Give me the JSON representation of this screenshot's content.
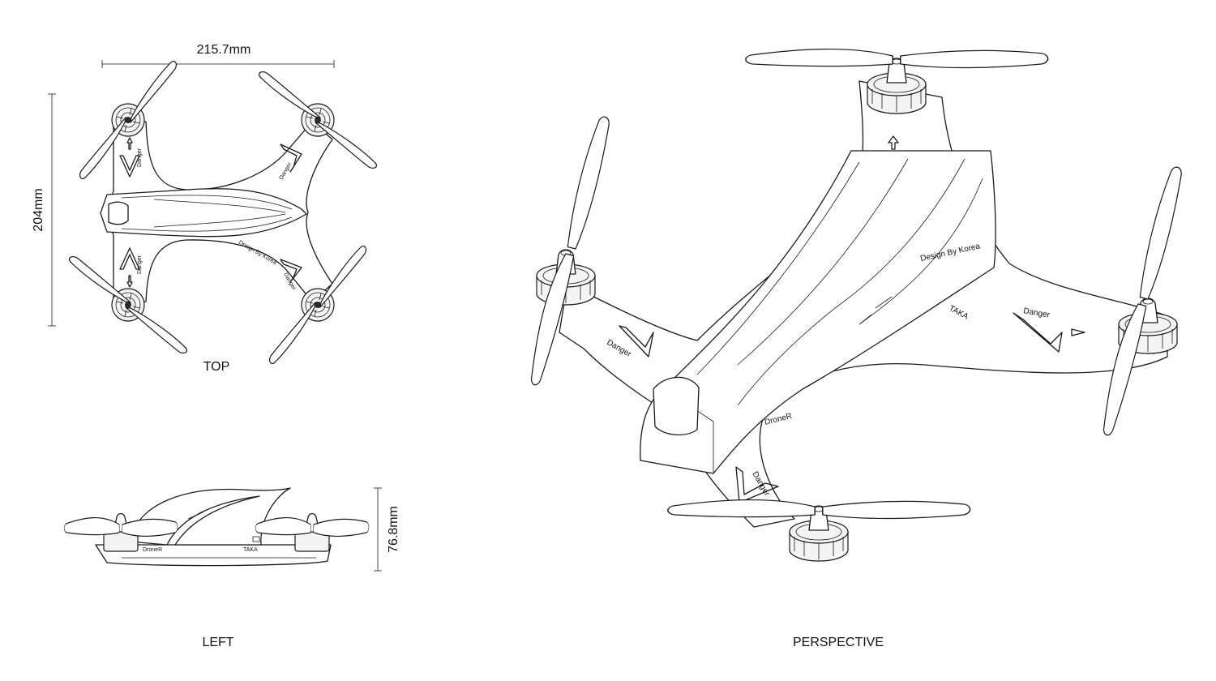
{
  "views": {
    "top": {
      "label": "TOP"
    },
    "left": {
      "label": "LEFT"
    },
    "perspective": {
      "label": "PERSPECTIVE"
    }
  },
  "dimensions": {
    "width": "215.7mm",
    "length": "204mm",
    "height": "76.8mm"
  },
  "markings": {
    "warning": "Danger",
    "credit": "Design By Korea",
    "brand": "DroneR",
    "model": "TAKA"
  }
}
